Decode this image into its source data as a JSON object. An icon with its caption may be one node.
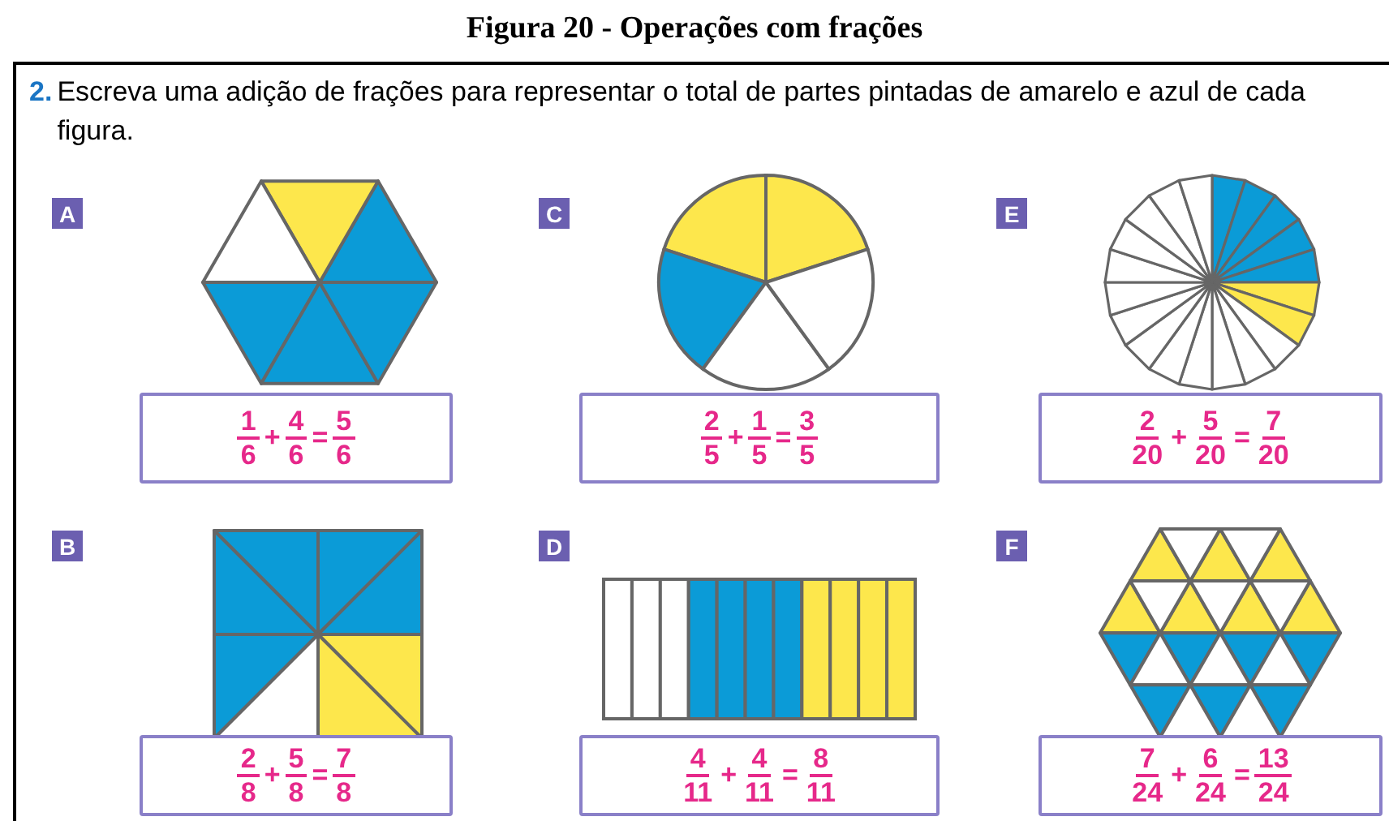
{
  "diagram": {
    "title": "Figura 20 - Operações com frações",
    "nodes": [
      {
        "text": [
          "2.",
          "Escreva uma adição de frações para representar o total de partes pintadas de amarelo e azul de cada figura."
        ]
      },
      {
        "text": [
          "A"
        ],
        "in": 0
      },
      {
        "text": [
          "1",
          "6",
          "+",
          "4",
          "6",
          "=",
          "5",
          "6"
        ],
        "in": 0
      },
      {
        "text": [
          "C"
        ],
        "in": 0
      },
      {
        "text": [
          "2",
          "5",
          "+",
          "1",
          "5",
          "=",
          "3",
          "5"
        ],
        "in": 0
      },
      {
        "text": [
          "E"
        ],
        "in": 0
      },
      {
        "text": [
          "2",
          "20",
          "+",
          "5",
          "20",
          "=",
          "7",
          "20"
        ],
        "in": 0
      },
      {
        "text": [
          "B"
        ],
        "in": 0
      },
      {
        "text": [
          "2",
          "8",
          "+",
          "5",
          "8",
          "=",
          "7",
          "8"
        ],
        "in": 0
      },
      {
        "text": [
          "D"
        ],
        "in": 0
      },
      {
        "text": [
          "4",
          "11",
          "+",
          "4",
          "11",
          "=",
          "8",
          "11"
        ],
        "in": 0
      },
      {
        "text": [
          "F"
        ],
        "in": 0
      },
      {
        "text": [
          "7",
          "24",
          "+",
          "6",
          "24",
          "=",
          "13",
          "24"
        ],
        "in": 0
      }
    ]
  }
}
